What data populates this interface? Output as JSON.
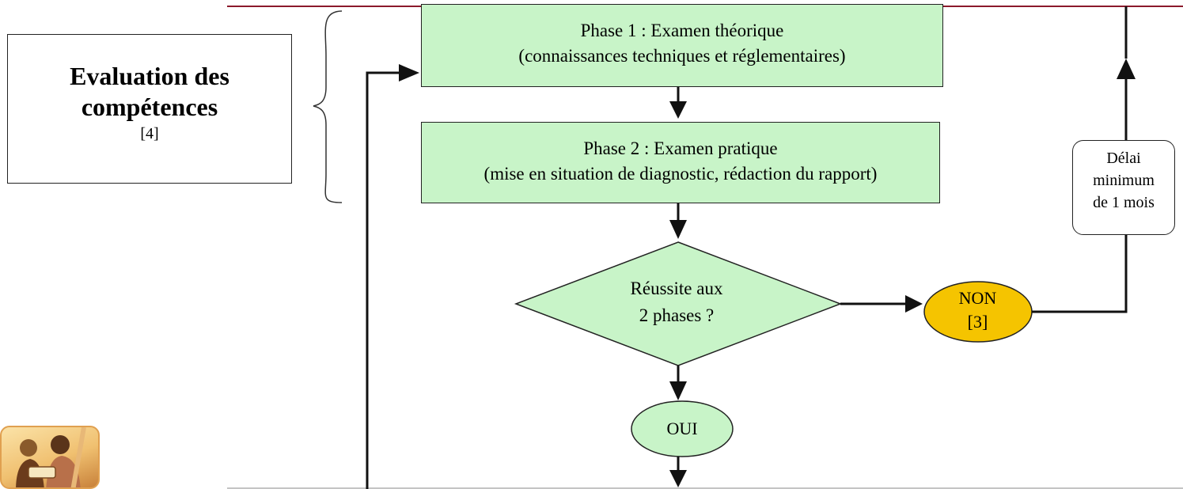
{
  "left_panel": {
    "title_line1": "Evaluation des",
    "title_line2": "compétences",
    "ref": "[4]"
  },
  "flow": {
    "phase1": {
      "line1": "Phase 1 : Examen théorique",
      "line2": "(connaissances techniques et réglementaires)"
    },
    "phase2": {
      "line1": "Phase 2 : Examen pratique",
      "line2": "(mise en situation de diagnostic, rédaction du rapport)"
    },
    "decision": {
      "line1": "Réussite aux",
      "line2": "2 phases ?"
    },
    "no_node": {
      "line1": "NON",
      "line2": "[3]"
    },
    "yes_node": {
      "label": "OUI"
    },
    "delay": {
      "line1": "Délai",
      "line2": "minimum",
      "line3": "de 1 mois"
    }
  },
  "colors": {
    "phase_fill": "#c8f4c8",
    "non_fill": "#f5c400",
    "line": "#111111",
    "top_rule": "#8b1a2b"
  },
  "logo": {
    "icon": "people-reading-photo-icon"
  }
}
